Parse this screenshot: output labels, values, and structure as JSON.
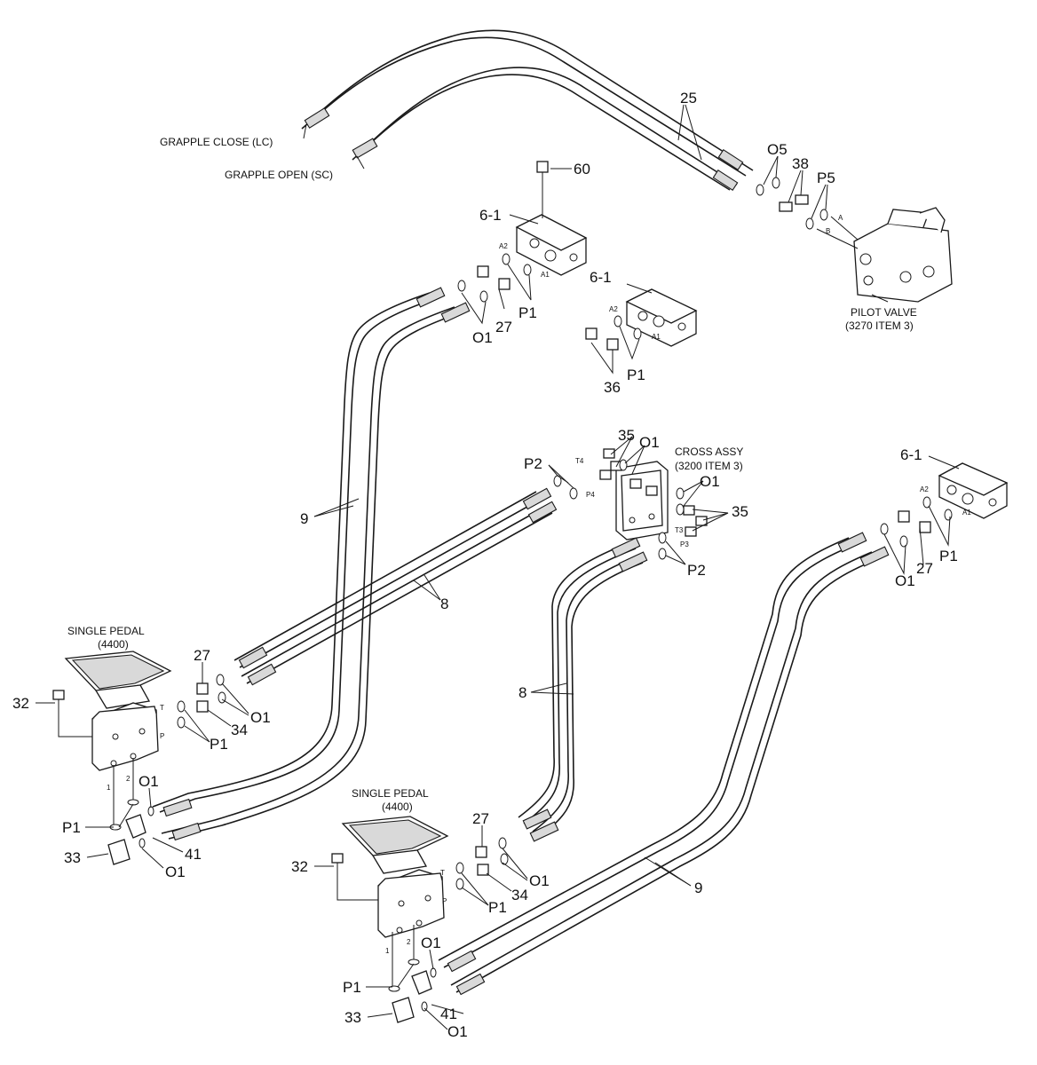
{
  "labels": {
    "grapple_close": "GRAPPLE CLOSE (LC)",
    "grapple_open": "GRAPPLE OPEN (SC)",
    "pilot_valve_1": "PILOT VALVE",
    "pilot_valve_2": "(3270 ITEM 3)",
    "cross_assy_1": "CROSS ASSY",
    "cross_assy_2": "(3200 ITEM 3)",
    "pedal_left_1": "SINGLE PEDAL",
    "pedal_left_2": "(4400)",
    "pedal_right_1": "SINGLE PEDAL",
    "pedal_right_2": "(4400)"
  },
  "callouts": {
    "c25": "25",
    "o5": "O5",
    "c38": "38",
    "p5": "P5",
    "c60": "60",
    "c6_1_top": "6-1",
    "c6_1_mid": "6-1",
    "c6_1_right": "6-1",
    "o1_a": "O1",
    "c27_a": "27",
    "p1_a": "P1",
    "c36": "36",
    "p1_b": "P1",
    "c35_top": "35",
    "o1_cross_top": "O1",
    "p2_left": "P2",
    "o1_cross_mid": "O1",
    "c35_right": "35",
    "p2_bottom": "P2",
    "p1_right": "P1",
    "c27_right": "27",
    "o1_right": "O1",
    "c9_upper": "9",
    "c8_upper": "8",
    "c8_lower": "8",
    "c9_lower": "9",
    "c27_lp": "27",
    "o1_lp_a": "O1",
    "c34_lp": "34",
    "p1_lp_a": "P1",
    "c32_lp": "32",
    "o1_lp_b": "O1",
    "p1_lp_b": "P1",
    "c41_lp": "41",
    "c33_lp": "33",
    "o1_lp_c": "O1",
    "c27_rp": "27",
    "o1_rp_a": "O1",
    "c34_rp": "34",
    "p1_rp_a": "P1",
    "c32_rp": "32",
    "o1_rp_b": "O1",
    "p1_rp_b": "P1",
    "c41_rp": "41",
    "c33_rp": "33",
    "o1_rp_c": "O1"
  },
  "port_marks": {
    "a": "A",
    "b": "B",
    "a2_top": "A2",
    "a1_top": "A1",
    "a2_mid": "A2",
    "a1_mid": "A1",
    "a2_right": "A2",
    "a1_right": "A1",
    "t4": "T4",
    "p4": "P4",
    "t3": "T3",
    "p3": "P3",
    "t_lp": "T",
    "p_lp": "P",
    "n1_lp": "1",
    "n2_lp": "2",
    "t_rp": "T",
    "p_rp": "P",
    "n1_rp": "1",
    "n2_rp": "2"
  },
  "colors": {
    "line": "#1a1a1a",
    "background": "#ffffff"
  }
}
